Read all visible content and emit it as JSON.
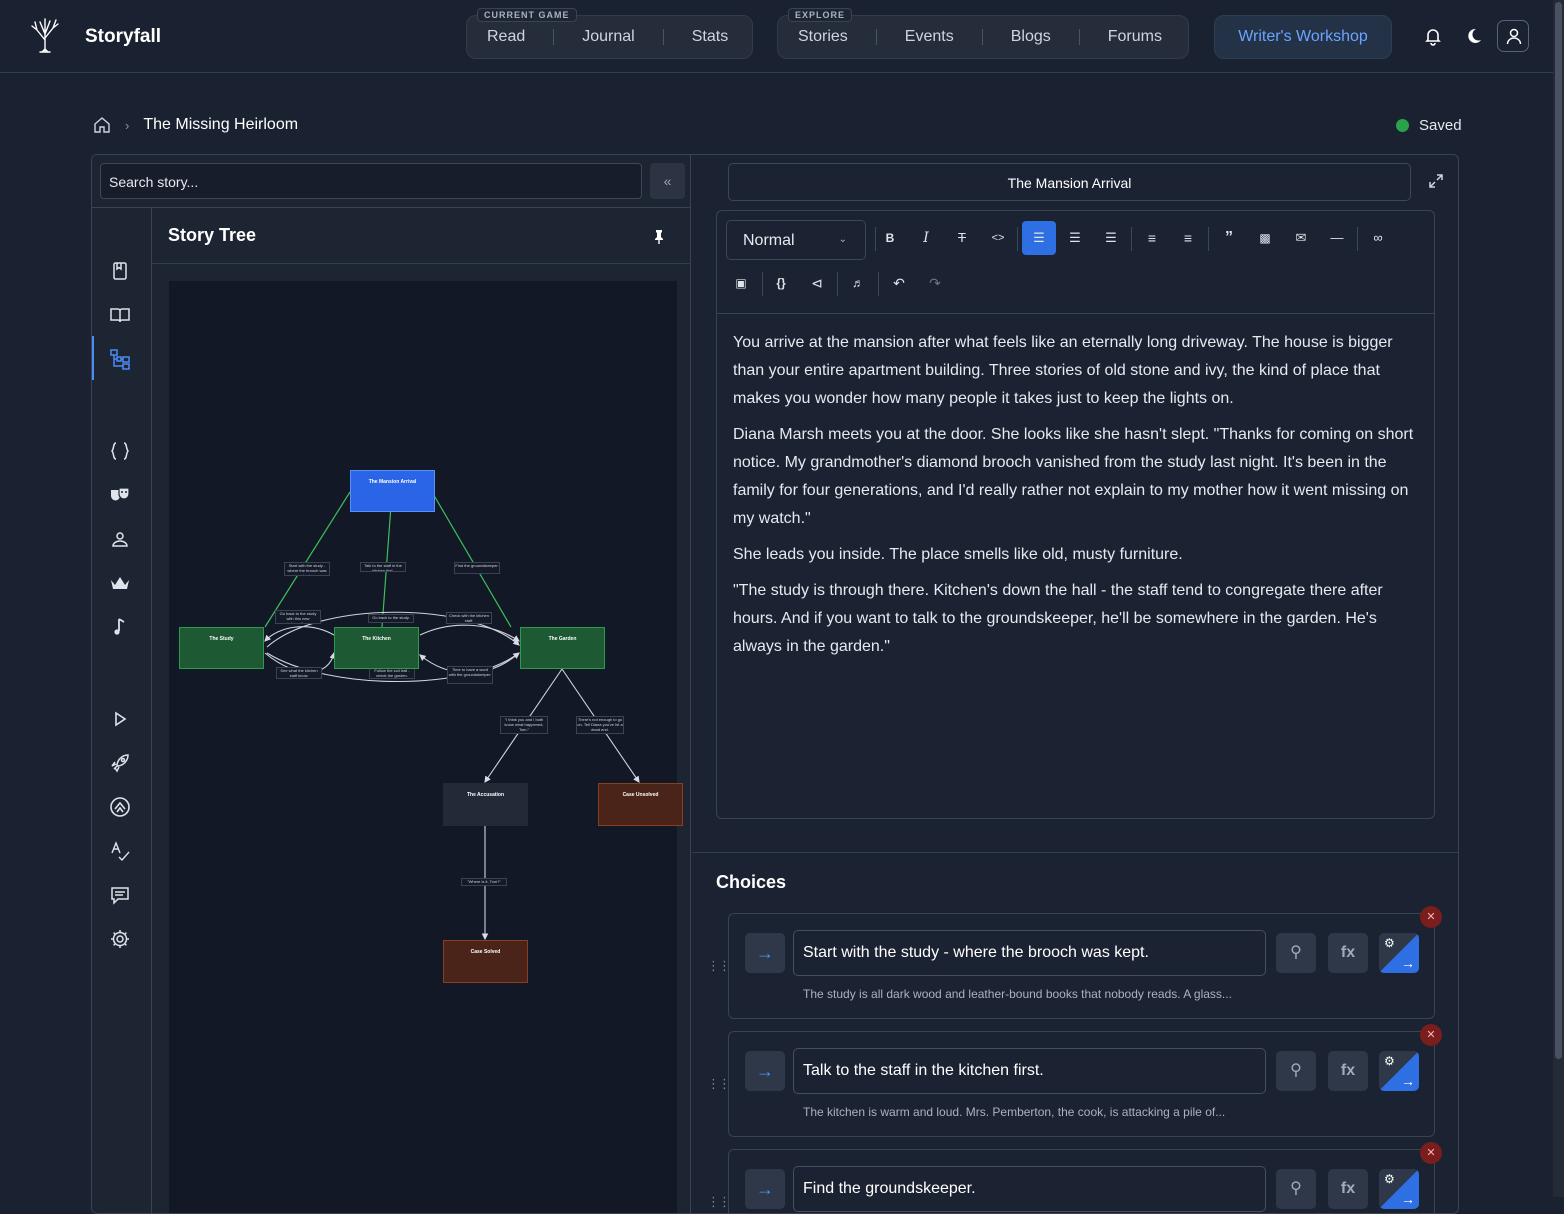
{
  "app": {
    "name": "Storyfall"
  },
  "nav": {
    "current_game_tag": "CURRENT GAME",
    "current_game": [
      "Read",
      "Journal",
      "Stats"
    ],
    "explore_tag": "EXPLORE",
    "explore": [
      "Stories",
      "Events",
      "Blogs",
      "Forums"
    ],
    "workshop": "Writer's Workshop"
  },
  "breadcrumb": {
    "story": "The Missing Heirloom"
  },
  "status": {
    "label": "Saved",
    "color": "#29a34a"
  },
  "left": {
    "search_placeholder": "Search story...",
    "tree_title": "Story Tree",
    "rail_icons": [
      "page-icon",
      "book-icon",
      "tree-icon",
      "braces-icon",
      "masks-icon",
      "character-icon",
      "crown-icon",
      "music-icon",
      "play-icon",
      "rocket-icon",
      "badge-icon",
      "spellcheck-icon",
      "comment-icon",
      "gear-icon"
    ]
  },
  "graph": {
    "nodes": [
      {
        "id": "arrival",
        "label": "The Mansion Arrival",
        "kind": "start"
      },
      {
        "id": "study",
        "label": "The Study",
        "kind": "scene"
      },
      {
        "id": "kitchen",
        "label": "The Kitchen",
        "kind": "scene"
      },
      {
        "id": "garden",
        "label": "The Garden",
        "kind": "scene"
      },
      {
        "id": "accusation",
        "label": "The Accusation",
        "kind": "neutral"
      },
      {
        "id": "unsolved",
        "label": "Case Unsolved",
        "kind": "ending"
      },
      {
        "id": "solved",
        "label": "Case Solved",
        "kind": "ending"
      }
    ],
    "edge_labels": [
      {
        "text": "Start with the study - where the brooch was kept."
      },
      {
        "text": "Talk to the staff in the kitchen first."
      },
      {
        "text": "Find the groundskeeper."
      },
      {
        "text": "Go back to the study with this new information."
      },
      {
        "text": "Go back to the study."
      },
      {
        "text": "Check with the kitchen staff."
      },
      {
        "text": "See what the kitchen staff know."
      },
      {
        "text": "Follow the soil trail - check the garden."
      },
      {
        "text": "Time to have a word with the groundskeeper."
      },
      {
        "text": "\"I think you and I both know what happened, Tom.\""
      },
      {
        "text": "There's not enough to go on. Tell Diana you've hit a dead end."
      },
      {
        "text": "\"Where is it, Tom?\""
      }
    ]
  },
  "editor": {
    "passage_title": "The Mansion Arrival",
    "format": "Normal",
    "paragraphs": [
      "You arrive at the mansion after what feels like an eternally long driveway. The house is bigger than your entire apartment building. Three stories of old stone and ivy, the kind of place that makes you wonder how many people it takes just to keep the lights on.",
      "Diana Marsh meets you at the door. She looks like she hasn't slept. \"Thanks for coming on short notice. My grandmother's diamond brooch vanished from the study last night. It's been in the family for four generations, and I'd really rather not explain to my mother how it went missing on my watch.\"",
      "She leads you inside. The place smells like old, musty furniture.",
      "\"The study is through there. Kitchen's down the hall - the staff tend to congregate there after hours. And if you want to talk to the groundskeeper, he'll be somewhere in the garden. He's always in the garden.\""
    ]
  },
  "choices": {
    "title": "Choices",
    "items": [
      {
        "text": "Start with the study - where the brooch was kept.",
        "preview": "The study is all dark wood and leather-bound books that nobody reads. A glass..."
      },
      {
        "text": "Talk to the staff in the kitchen first.",
        "preview": "The kitchen is warm and loud. Mrs. Pemberton, the cook, is attacking a pile of..."
      },
      {
        "text": "Find the groundskeeper.",
        "preview": ""
      }
    ],
    "fx_label": "fx"
  }
}
